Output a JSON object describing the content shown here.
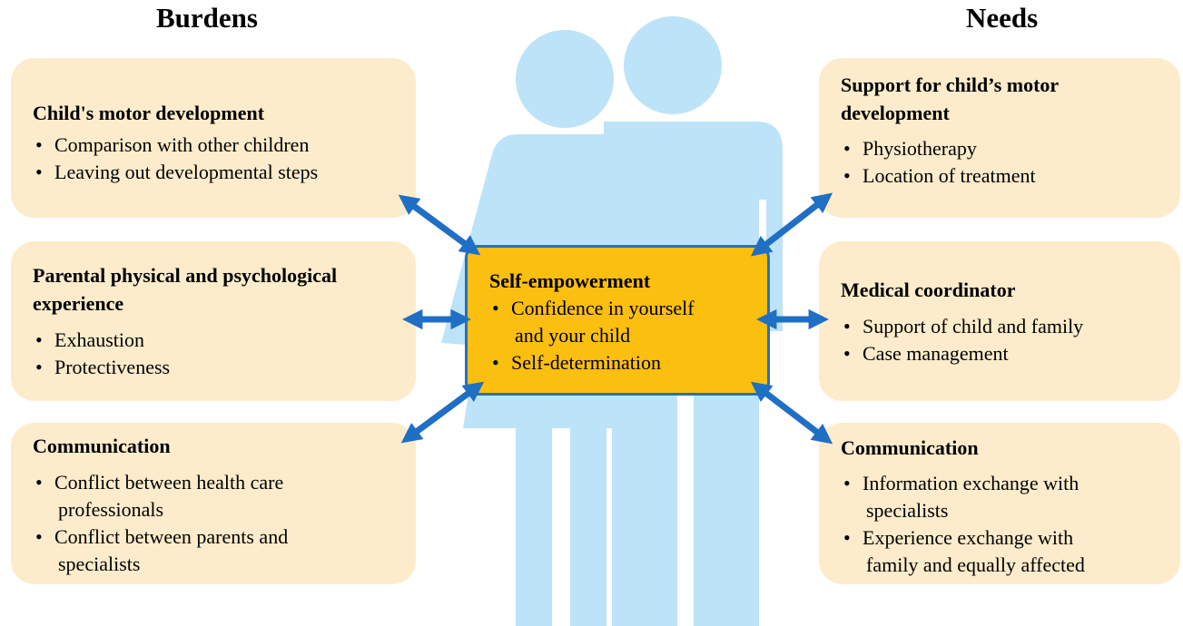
{
  "headings": {
    "left": "Burdens",
    "right": "Needs"
  },
  "colors": {
    "box_fill": "#fdeccb",
    "center_fill": "#fbbf10",
    "center_border": "#2b6fb6",
    "arrow": "#1f6fc4",
    "figure": "#bde3f8"
  },
  "center": {
    "title": "Self-empowerment",
    "items": [
      {
        "line1": "Confidence in yourself",
        "line2": "and your child"
      },
      {
        "line1": "Self-determination",
        "line2": ""
      }
    ]
  },
  "burdens": [
    {
      "title_line1": "Child's motor development",
      "title_line2": "",
      "items": [
        {
          "line1": "Comparison with other children",
          "line2": ""
        },
        {
          "line1": "Leaving out developmental steps",
          "line2": ""
        }
      ]
    },
    {
      "title_line1": "Parental physical and psychological",
      "title_line2": "experience",
      "items": [
        {
          "line1": "Exhaustion",
          "line2": ""
        },
        {
          "line1": "Protectiveness",
          "line2": ""
        }
      ]
    },
    {
      "title_line1": "Communication",
      "title_line2": "",
      "items": [
        {
          "line1": "Conflict between health care",
          "line2": "professionals"
        },
        {
          "line1": "Conflict between parents and",
          "line2": "specialists"
        }
      ]
    }
  ],
  "needs": [
    {
      "title_line1": "Support for child’s motor",
      "title_line2": "development",
      "items": [
        {
          "line1": "Physiotherapy",
          "line2": ""
        },
        {
          "line1": "Location of treatment",
          "line2": ""
        }
      ]
    },
    {
      "title_line1": "Medical coordinator",
      "title_line2": "",
      "items": [
        {
          "line1": "Support of child and family",
          "line2": ""
        },
        {
          "line1": "Case management",
          "line2": ""
        }
      ]
    },
    {
      "title_line1": "Communication",
      "title_line2": "",
      "items": [
        {
          "line1": "Information exchange with",
          "line2": "specialists"
        },
        {
          "line1": "Experience exchange with",
          "line2": "family and equally affected"
        }
      ]
    }
  ]
}
